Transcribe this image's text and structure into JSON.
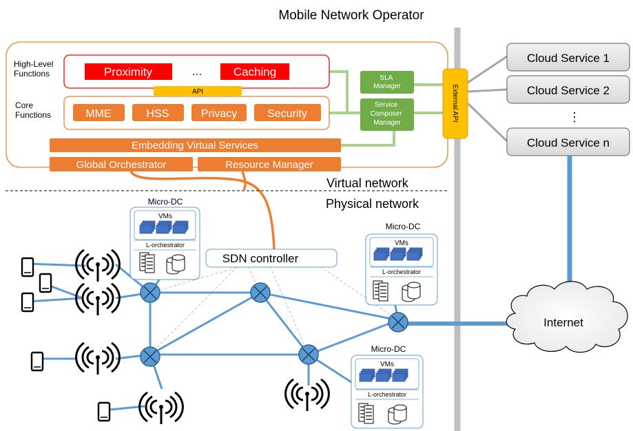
{
  "operator": {
    "title": "Mobile Network Operator",
    "virtual_label": "Virtual network",
    "physical_label": "Physical network",
    "high_level_label": [
      "High-Level",
      "Functions"
    ],
    "core_label": [
      "Core",
      "Functions"
    ],
    "high_level_functions": [
      "Proximity",
      "…",
      "Caching"
    ],
    "api_label": "API",
    "core_functions": [
      "MME",
      "HSS",
      "Privacy",
      "Security"
    ],
    "sla_manager": [
      "SLA",
      "Manager"
    ],
    "service_composer": [
      "Service",
      "Composer",
      "Manager"
    ],
    "external_api": "External API",
    "embedding": "Embedding Virtual Services",
    "global_orchestrator": "Global Orchestrator",
    "resource_manager": "Resource Manager"
  },
  "cloud": {
    "services": [
      "Cloud Service 1",
      "Cloud Service 2",
      "Cloud Service n"
    ],
    "ellipsis": "⋮"
  },
  "physical": {
    "sdn_controller": "SDN controller",
    "internet": "Internet",
    "micro_dc_label": "Micro-DC",
    "vms_label": "VMs",
    "l_orchestrator": "L-orchestrator"
  },
  "colors": {
    "red": "#ff0000",
    "orange": "#ed7d31",
    "yellow": "#ffc000",
    "green": "#70ad47",
    "light_green": "#a9d18e",
    "blue": "#5b9bd5",
    "grey": "#a6a6a6"
  }
}
